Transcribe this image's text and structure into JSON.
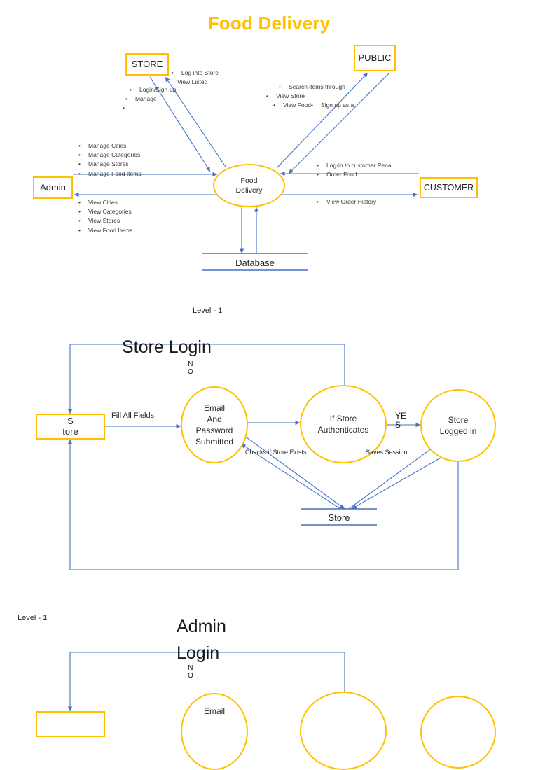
{
  "document": {
    "title": "Food Delivery",
    "title_color": "#FFC000",
    "accent_color": "#FFC000",
    "arrow_color": "#4472C4",
    "datastore_line_color": "#5B8FD4"
  },
  "context_diagram": {
    "process": {
      "name": "Food Delivery",
      "line1": "Food",
      "line2": "Delivery"
    },
    "entities": {
      "store": "STORE",
      "public": "PUBLIC",
      "admin": "Admin",
      "customer": "CUSTOMER"
    },
    "datastore": "Database",
    "store_flows_in": [
      "Log into Store",
      "View Listed"
    ],
    "store_flows_out": [
      "Login/Sign-up",
      "Manage"
    ],
    "public_flows": [
      "Search items through",
      "View Store",
      "View Food",
      "Sign up as a"
    ],
    "admin_flows_in": [
      "Manage Cities",
      "Manage Categories",
      "Manage Stores",
      "Manage Food Items"
    ],
    "admin_flows_out": [
      "View Cities",
      "View Categories",
      "View Stores",
      "View Food Items"
    ],
    "customer_flows_in": [
      "Log-in to customer Penal",
      "Order Food"
    ],
    "customer_flows_out": [
      "View Order History"
    ]
  },
  "store_login": {
    "level_label": "Level - 1",
    "heading": "Store Login",
    "no_branch": {
      "line1": "N",
      "line2": "O"
    },
    "entity": {
      "line1": "S",
      "line2": "tore"
    },
    "flow_fill": "Fill All Fields",
    "process_1": {
      "l1": "Email",
      "l2": "And",
      "l3": "Password",
      "l4": "Submitted"
    },
    "process_2": {
      "l1": "If Store",
      "l2": "Authenticates"
    },
    "yes_branch": {
      "line1": "YE",
      "line2": "S"
    },
    "process_3": {
      "l1": "Store",
      "l2": "Logged in"
    },
    "flow_checks": "Checks if Store Exists",
    "flow_saves": "Saves Session",
    "datastore": "Store"
  },
  "admin_login": {
    "level_label": "Level - 1",
    "heading_line1": "Admin",
    "heading_line2": "Login",
    "no_branch": {
      "line1": "N",
      "line2": "O"
    },
    "process_1": {
      "l1": "Email"
    }
  }
}
